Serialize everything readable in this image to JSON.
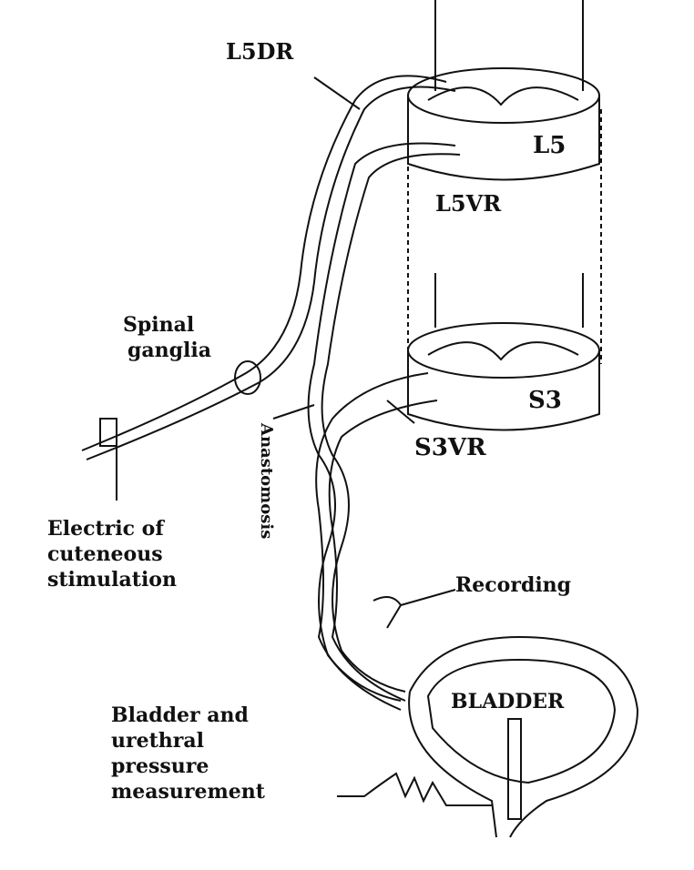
{
  "labels": {
    "l5dr": "L5DR",
    "l5": "L5",
    "l5vr": "L5VR",
    "spinal_ganglia_1": "Spinal",
    "spinal_ganglia_2": "ganglia",
    "s3": "S3",
    "s3vr": "S3VR",
    "anastomosis": "Anastomosis",
    "stim_1": "Electric of",
    "stim_2": "cuteneous",
    "stim_3": "stimulation",
    "recording": "Recording",
    "bladder": "BLADDER",
    "pressure_1": "Bladder and",
    "pressure_2": "urethral",
    "pressure_3": "pressure",
    "pressure_4": "measurement"
  }
}
